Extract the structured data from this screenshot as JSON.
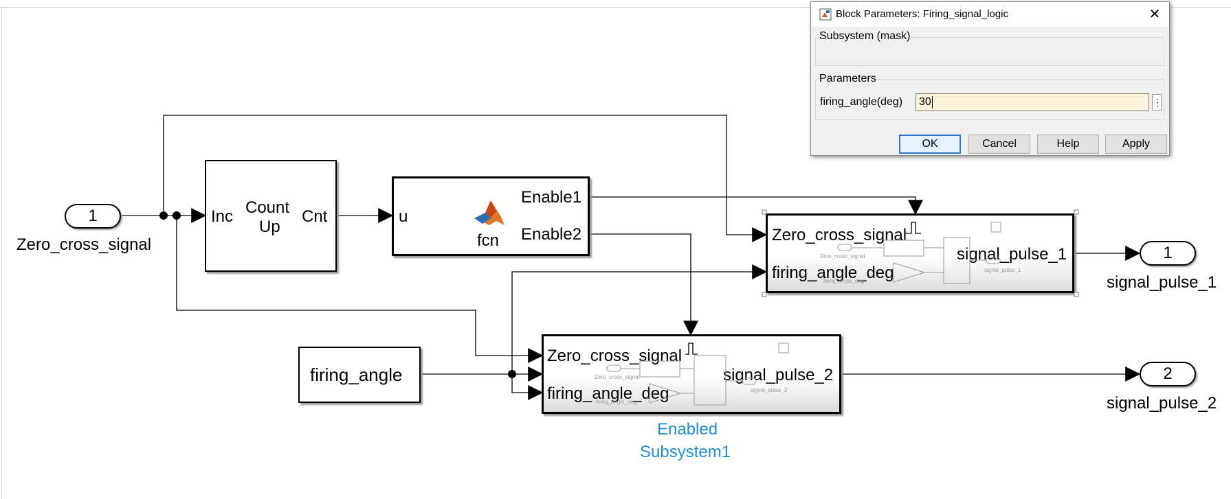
{
  "diagram": {
    "inport": {
      "number": "1",
      "label": "Zero_cross_signal"
    },
    "counter": {
      "in_label": "Inc",
      "title_line1": "Count",
      "title_line2": "Up",
      "out_label": "Cnt"
    },
    "matlab_fn": {
      "in_label": "u",
      "name": "fcn",
      "out1": "Enable1",
      "out2": "Enable2"
    },
    "constant": {
      "label": "firing_angle"
    },
    "subsystem_top": {
      "in1": "Zero_cross_signal",
      "in2": "firing_angle_deg",
      "out": "signal_pulse_1",
      "preview_in1": "Zero_cross_signal",
      "preview_in2": "firing_angle_deg",
      "preview_out": "signal_pulse_1"
    },
    "subsystem_bottom": {
      "in1": "Zero_cross_signal",
      "in2": "firing_angle_deg",
      "out": "signal_pulse_2",
      "preview_in1": "Zero_cross_signal",
      "preview_in2": "firing_angle_deg",
      "preview_out": "signal_pulse_2",
      "name_line1": "Enabled",
      "name_line2": "Subsystem1"
    },
    "outport1": {
      "number": "1",
      "label": "signal_pulse_1"
    },
    "outport2": {
      "number": "2",
      "label": "signal_pulse_2"
    }
  },
  "dialog": {
    "title": "Block Parameters: Firing_signal_logic",
    "mask_type": "Subsystem (mask)",
    "parameters_label": "Parameters",
    "field_label": "firing_angle(deg)",
    "field_value": "30",
    "buttons": {
      "ok": "OK",
      "cancel": "Cancel",
      "help": "Help",
      "apply": "Apply"
    }
  },
  "colors": {
    "subsystem_name": "#1e8fd6",
    "field_bg": "#fdf3da",
    "ok_border": "#2f79c6"
  }
}
